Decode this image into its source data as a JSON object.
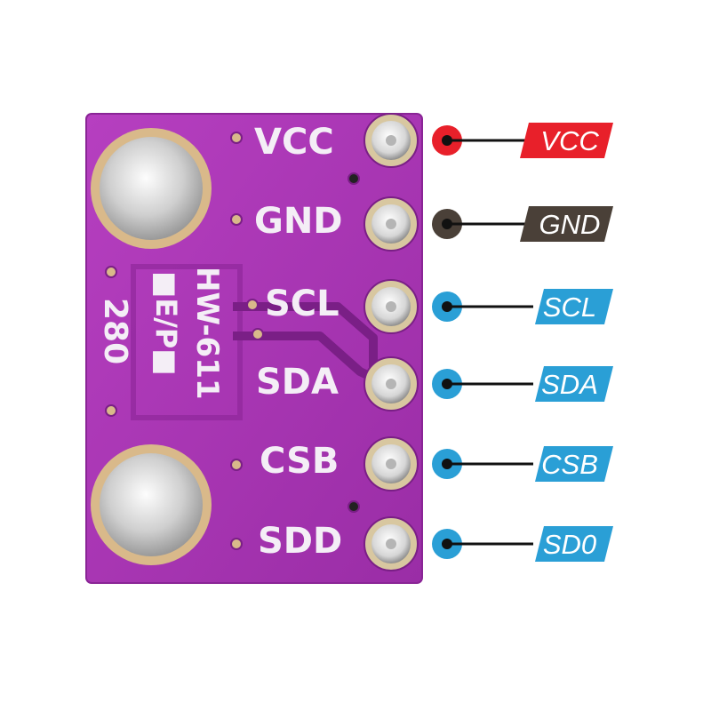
{
  "board": {
    "silkscreen": {
      "model": "HW-611",
      "pin_labels": [
        "VCC",
        "GND",
        "SCL",
        "SDA",
        "CSB",
        "SDD"
      ],
      "chip": "280",
      "pad_markers": [
        "■E/P■"
      ]
    }
  },
  "pin_tags": [
    {
      "label": "VCC",
      "color": "#e8202a"
    },
    {
      "label": "GND",
      "color": "#4a4038"
    },
    {
      "label": "SCL",
      "color": "#2a9fd6"
    },
    {
      "label": "SDA",
      "color": "#2a9fd6"
    },
    {
      "label": "CSB",
      "color": "#2a9fd6"
    },
    {
      "label": "SD0",
      "color": "#2a9fd6"
    }
  ],
  "colors": {
    "pcb": "#b03ab8",
    "pcb_dark": "#7a1f86",
    "pad": "#d8c7a0",
    "wire": "#111111"
  }
}
